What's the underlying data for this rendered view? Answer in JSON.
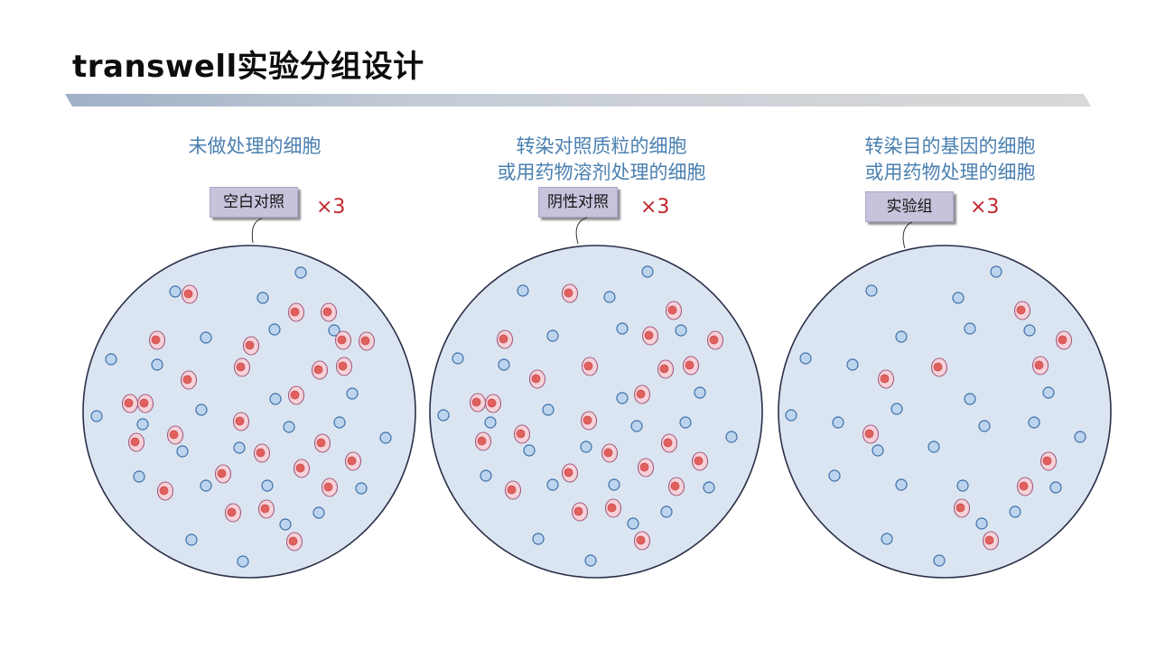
{
  "title": "transwell实验分组设计",
  "groups": [
    {
      "desc_lines": [
        "未做处理的细胞"
      ],
      "label": "空白对照",
      "multiplier": "×3",
      "red_cells": [
        [
          210,
          326
        ],
        [
          278,
          383
        ],
        [
          328,
          346
        ],
        [
          380,
          377
        ],
        [
          406,
          378
        ],
        [
          364,
          346
        ],
        [
          174,
          377
        ],
        [
          209,
          421
        ],
        [
          268,
          407
        ],
        [
          354,
          410
        ],
        [
          381,
          406
        ],
        [
          144,
          447
        ],
        [
          161,
          447
        ],
        [
          328,
          438
        ],
        [
          267,
          467
        ],
        [
          151,
          490
        ],
        [
          194,
          482
        ],
        [
          290,
          502
        ],
        [
          357,
          491
        ],
        [
          391,
          511
        ],
        [
          247,
          525
        ],
        [
          334,
          519
        ],
        [
          183,
          544
        ],
        [
          365,
          540
        ],
        [
          258,
          568
        ],
        [
          295,
          564
        ],
        [
          326,
          600
        ]
      ],
      "blue_cells": [
        [
          194,
          323
        ],
        [
          291,
          330
        ],
        [
          333,
          302
        ],
        [
          123,
          398
        ],
        [
          174,
          404
        ],
        [
          228,
          374
        ],
        [
          304,
          365
        ],
        [
          370,
          366
        ],
        [
          390,
          436
        ],
        [
          107,
          461
        ],
        [
          158,
          470
        ],
        [
          223,
          454
        ],
        [
          305,
          442
        ],
        [
          376,
          468
        ],
        [
          427,
          485
        ],
        [
          202,
          500
        ],
        [
          265,
          496
        ],
        [
          320,
          473
        ],
        [
          154,
          528
        ],
        [
          228,
          538
        ],
        [
          296,
          538
        ],
        [
          400,
          541
        ],
        [
          353,
          568
        ],
        [
          316,
          581
        ],
        [
          212,
          598
        ],
        [
          269,
          622
        ]
      ]
    },
    {
      "desc_lines": [
        "转染对照质粒的细胞",
        "或用药物溶剂处理的细胞"
      ],
      "label": "阴性对照",
      "multiplier": "×3",
      "red_cells": [
        [
          631,
          325
        ],
        [
          746,
          344
        ],
        [
          792,
          377
        ],
        [
          720,
          372
        ],
        [
          559,
          376
        ],
        [
          653,
          406
        ],
        [
          737,
          409
        ],
        [
          765,
          405
        ],
        [
          595,
          420
        ],
        [
          529,
          446
        ],
        [
          546,
          447
        ],
        [
          711,
          437
        ],
        [
          652,
          466
        ],
        [
          535,
          489
        ],
        [
          578,
          481
        ],
        [
          675,
          502
        ],
        [
          741,
          491
        ],
        [
          775,
          511
        ],
        [
          631,
          524
        ],
        [
          715,
          518
        ],
        [
          568,
          543
        ],
        [
          749,
          539
        ],
        [
          642,
          567
        ],
        [
          679,
          563
        ],
        [
          711,
          599
        ]
      ],
      "blue_cells": [
        [
          579,
          322
        ],
        [
          675,
          329
        ],
        [
          717,
          301
        ],
        [
          507,
          397
        ],
        [
          558,
          404
        ],
        [
          612,
          372
        ],
        [
          689,
          364
        ],
        [
          754,
          366
        ],
        [
          775,
          435
        ],
        [
          491,
          460
        ],
        [
          543,
          468
        ],
        [
          607,
          454
        ],
        [
          689,
          441
        ],
        [
          759,
          468
        ],
        [
          810,
          484
        ],
        [
          586,
          499
        ],
        [
          649,
          495
        ],
        [
          705,
          472
        ],
        [
          538,
          527
        ],
        [
          612,
          537
        ],
        [
          680,
          537
        ],
        [
          785,
          540
        ],
        [
          738,
          567
        ],
        [
          701,
          580
        ],
        [
          596,
          597
        ],
        [
          654,
          621
        ]
      ]
    },
    {
      "desc_lines": [
        "转染目的基因的细胞",
        "或用药物处理的细胞"
      ],
      "label": "实验组",
      "multiplier": "×3",
      "red_cells": [
        [
          1132,
          344
        ],
        [
          1178,
          377
        ],
        [
          981,
          420
        ],
        [
          1040,
          407
        ],
        [
          1152,
          405
        ],
        [
          964,
          481
        ],
        [
          1161,
          511
        ],
        [
          1135,
          539
        ],
        [
          1065,
          563
        ],
        [
          1097,
          599
        ]
      ],
      "blue_cells": [
        [
          965,
          322
        ],
        [
          1061,
          330
        ],
        [
          1103,
          301
        ],
        [
          892,
          397
        ],
        [
          944,
          404
        ],
        [
          998,
          373
        ],
        [
          1074,
          364
        ],
        [
          1140,
          366
        ],
        [
          1161,
          435
        ],
        [
          876,
          460
        ],
        [
          928,
          468
        ],
        [
          993,
          453
        ],
        [
          1074,
          442
        ],
        [
          1145,
          468
        ],
        [
          1196,
          484
        ],
        [
          972,
          499
        ],
        [
          1034,
          495
        ],
        [
          1090,
          472
        ],
        [
          924,
          527
        ],
        [
          998,
          537
        ],
        [
          1066,
          538
        ],
        [
          1169,
          540
        ],
        [
          1124,
          567
        ],
        [
          1087,
          580
        ],
        [
          982,
          597
        ],
        [
          1040,
          621
        ]
      ]
    }
  ],
  "colors": {
    "desc_text": "#4a7fb0",
    "multiplier": "#c0272d",
    "well_fill": "#dbe5f1",
    "well_stroke": "#2b2f48",
    "blue_cell_fill": "#bcd4ee",
    "blue_cell_stroke": "#3c6fa8",
    "red_cell_fill": "#f6d2da",
    "red_cell_stroke": "#a25a7d",
    "red_nucleus": "#e0605e",
    "label_fill": "#c8c2dc"
  }
}
